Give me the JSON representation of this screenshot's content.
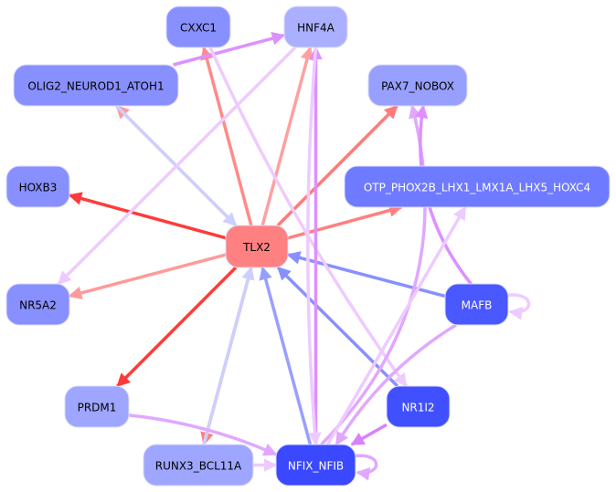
{
  "title": "TLX2 regulatory network",
  "nodes": [
    {
      "id": "TLX2",
      "label": "TLX2",
      "fill": "#ff8080",
      "text": "#000000"
    },
    {
      "id": "CXXC1",
      "label": "CXXC1",
      "fill": "#8890ff",
      "text": "#000000"
    },
    {
      "id": "HNF4A",
      "label": "HNF4A",
      "fill": "#aab0ff",
      "text": "#000000"
    },
    {
      "id": "OLIG2_NEUROD1_ATOH1",
      "label": "OLIG2_NEUROD1_ATOH1",
      "fill": "#8890ff",
      "text": "#000000"
    },
    {
      "id": "PAX7_NOBOX",
      "label": "PAX7_NOBOX",
      "fill": "#98a0ff",
      "text": "#000000"
    },
    {
      "id": "HOXB3",
      "label": "HOXB3",
      "fill": "#8890ff",
      "text": "#000000"
    },
    {
      "id": "OTP_PHOX2B_LHX1_LMX1A_LHX5_HOXC4",
      "label": "OTP_PHOX2B_LHX1_LMX1A_LHX5_HOXC4",
      "fill": "#6e7aff",
      "text": "#ffffff"
    },
    {
      "id": "NR5A2",
      "label": "NR5A2",
      "fill": "#8890ff",
      "text": "#000000"
    },
    {
      "id": "MAFB",
      "label": "MAFB",
      "fill": "#4a58ff",
      "text": "#ffffff"
    },
    {
      "id": "PRDM1",
      "label": "PRDM1",
      "fill": "#9ea6ff",
      "text": "#000000"
    },
    {
      "id": "NR1I2",
      "label": "NR1I2",
      "fill": "#4050ff",
      "text": "#ffffff"
    },
    {
      "id": "RUNX3_BCL11A",
      "label": "RUNX3_BCL11A",
      "fill": "#9ea6ff",
      "text": "#000000"
    },
    {
      "id": "NFIX_NFIB",
      "label": "NFIX_NFIB",
      "fill": "#3a48ff",
      "text": "#ffffff"
    }
  ],
  "edges": [
    {
      "from": "TLX2",
      "to": "HOXB3",
      "color": "#ff3a3a"
    },
    {
      "from": "TLX2",
      "to": "PRDM1",
      "color": "#ff3a3a"
    },
    {
      "from": "TLX2",
      "to": "NR5A2",
      "color": "#ff9a9a"
    },
    {
      "from": "TLX2",
      "to": "OLIG2_NEUROD1_ATOH1",
      "color": "#ff9a9a"
    },
    {
      "from": "TLX2",
      "to": "CXXC1",
      "color": "#ff8a8a"
    },
    {
      "from": "TLX2",
      "to": "HNF4A",
      "color": "#ffa0a0"
    },
    {
      "from": "TLX2",
      "to": "PAX7_NOBOX",
      "color": "#ff7a7a"
    },
    {
      "from": "TLX2",
      "to": "OTP_PHOX2B_LHX1_LMX1A_LHX5_HOXC4",
      "color": "#ff8080"
    },
    {
      "from": "TLX2",
      "to": "RUNX3_BCL11A",
      "color": "#ff8080"
    },
    {
      "from": "OLIG2_NEUROD1_ATOH1",
      "to": "TLX2",
      "color": "#ccd0ff"
    },
    {
      "from": "RUNX3_BCL11A",
      "to": "TLX2",
      "color": "#ccd0ff"
    },
    {
      "from": "NFIX_NFIB",
      "to": "TLX2",
      "color": "#98a0ff"
    },
    {
      "from": "NR1I2",
      "to": "TLX2",
      "color": "#8890ff"
    },
    {
      "from": "MAFB",
      "to": "TLX2",
      "color": "#8890ff"
    },
    {
      "from": "OLIG2_NEUROD1_ATOH1",
      "to": "HNF4A",
      "color": "#dd90ff"
    },
    {
      "from": "HNF4A",
      "to": "NR5A2",
      "color": "#eecbff"
    },
    {
      "from": "CXXC1",
      "to": "NR1I2",
      "color": "#eecbff"
    },
    {
      "from": "NFIX_NFIB",
      "to": "HNF4A",
      "color": "#dd90ff"
    },
    {
      "from": "HNF4A",
      "to": "NFIX_NFIB",
      "color": "#eecbff"
    },
    {
      "from": "NFIX_NFIB",
      "to": "PAX7_NOBOX",
      "color": "#e0a8ff"
    },
    {
      "from": "MAFB",
      "to": "PAX7_NOBOX",
      "color": "#dd90ff"
    },
    {
      "from": "NFIX_NFIB",
      "to": "OTP_PHOX2B_LHX1_LMX1A_LHX5_HOXC4",
      "color": "#eecbff"
    },
    {
      "from": "MAFB",
      "to": "NFIX_NFIB",
      "color": "#e0a8ff"
    },
    {
      "from": "NR1I2",
      "to": "NFIX_NFIB",
      "color": "#d880ff"
    },
    {
      "from": "PRDM1",
      "to": "NFIX_NFIB",
      "color": "#e0a8ff"
    },
    {
      "from": "RUNX3_BCL11A",
      "to": "NFIX_NFIB",
      "color": "#eecbff"
    },
    {
      "from": "MAFB",
      "to": "MAFB",
      "color": "#eecbff"
    },
    {
      "from": "NFIX_NFIB",
      "to": "NFIX_NFIB",
      "color": "#e0a8ff"
    }
  ]
}
